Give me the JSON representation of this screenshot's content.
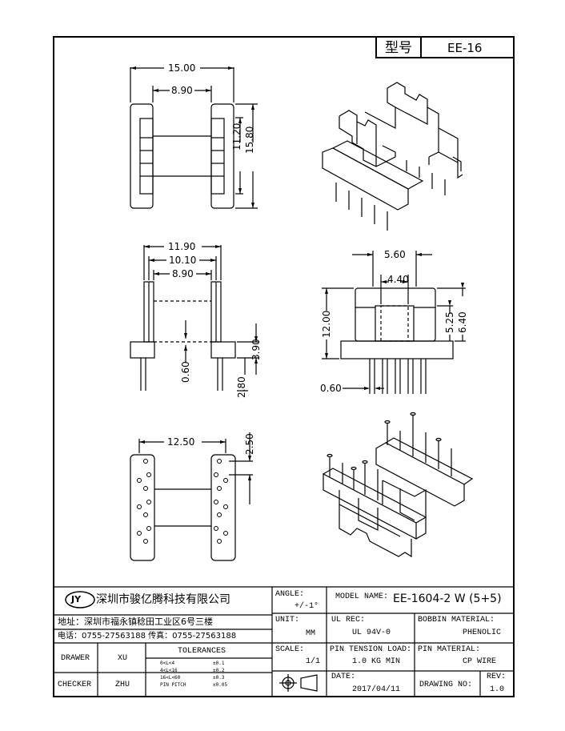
{
  "header": {
    "type_label": "型号",
    "model": "EE-16"
  },
  "views": {
    "top": {
      "dims": [
        "15.00",
        "8.90",
        "11.20",
        "15.80"
      ]
    },
    "side": {
      "dims": [
        "11.90",
        "10.10",
        "8.90",
        "3.90",
        "0.60",
        "2.80"
      ]
    },
    "front": {
      "dims": [
        "5.60",
        "4.40",
        "12.00",
        "5.25",
        "6.40",
        "0.60"
      ]
    },
    "bottom": {
      "dims": [
        "12.50",
        "2.50"
      ]
    }
  },
  "title_block": {
    "logo_text": "JY",
    "company": "深圳市骏亿腾科技有限公司",
    "address": "地址：深圳市福永镇稔田工业区6号三楼",
    "phone": "电话：0755-27563188 传真：0755-27563188",
    "drawer_label": "DRAWER",
    "drawer_value": "XU",
    "checker_label": "CHECKER",
    "checker_value": "ZHU",
    "tolerances_label": "TOLERANCES",
    "tolerances": [
      {
        "range": "0<L<4",
        "tol": "±0.1"
      },
      {
        "range": "4<L<16",
        "tol": "±0.2"
      },
      {
        "range": "16<L<60",
        "tol": "±0.3"
      },
      {
        "range": "PIN PITCH",
        "tol": "±0.05"
      }
    ],
    "angle_label": "ANGLE:",
    "angle_value": "+/-1°",
    "unit_label": "UNIT:",
    "unit_value": "MM",
    "scale_label": "SCALE:",
    "scale_value": "1/1",
    "model_label": "MODEL NAME:",
    "model_value": "EE-1604-2 W (5+5)",
    "ul_label": "UL REC:",
    "ul_value": "UL 94V-0",
    "bobbin_label": "BOBBIN MATERIAL:",
    "bobbin_value": "PHENOLIC",
    "tension_label": "PIN TENSION LOAD:",
    "tension_value": "1.0 KG MIN",
    "pin_label": "PIN MATERIAL:",
    "pin_value": "CP WIRE",
    "date_label": "DATE:",
    "date_value": "2017/04/11",
    "drawing_label": "DRAWING NO:",
    "rev_label": "REV:",
    "rev_value": "1.0"
  }
}
